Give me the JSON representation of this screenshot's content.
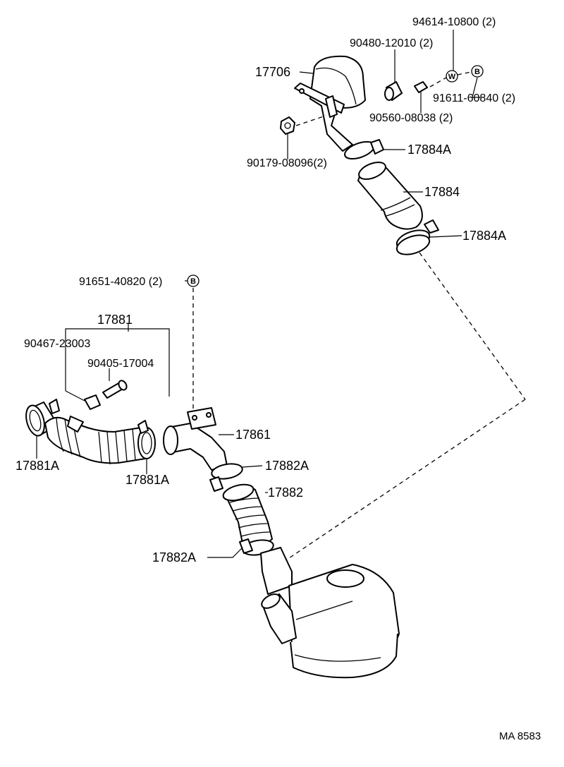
{
  "diagram": {
    "labels": {
      "l_94614": "94614-10800 (2)",
      "l_90480": "90480-12010 (2)",
      "l_17706": "17706",
      "l_91611": "91611-60840 (2)",
      "l_90560": "90560-08038 (2)",
      "l_17884A_top": "17884A",
      "l_90179": "90179-08096(2)",
      "l_17884": "17884",
      "l_17884A_bot": "17884A",
      "l_91651": "91651-40820 (2)",
      "l_17881": "17881",
      "l_90467": "90467-23003",
      "l_90405": "90405-17004",
      "l_17861": "17861",
      "l_17881A_left": "17881A",
      "l_17881A_mid": "17881A",
      "l_17882A_top": "17882A",
      "l_17882": "17882",
      "l_17882A_bot": "17882A",
      "ref_code": "MA 8583"
    },
    "markers": {
      "w": "W",
      "b": "B"
    }
  }
}
